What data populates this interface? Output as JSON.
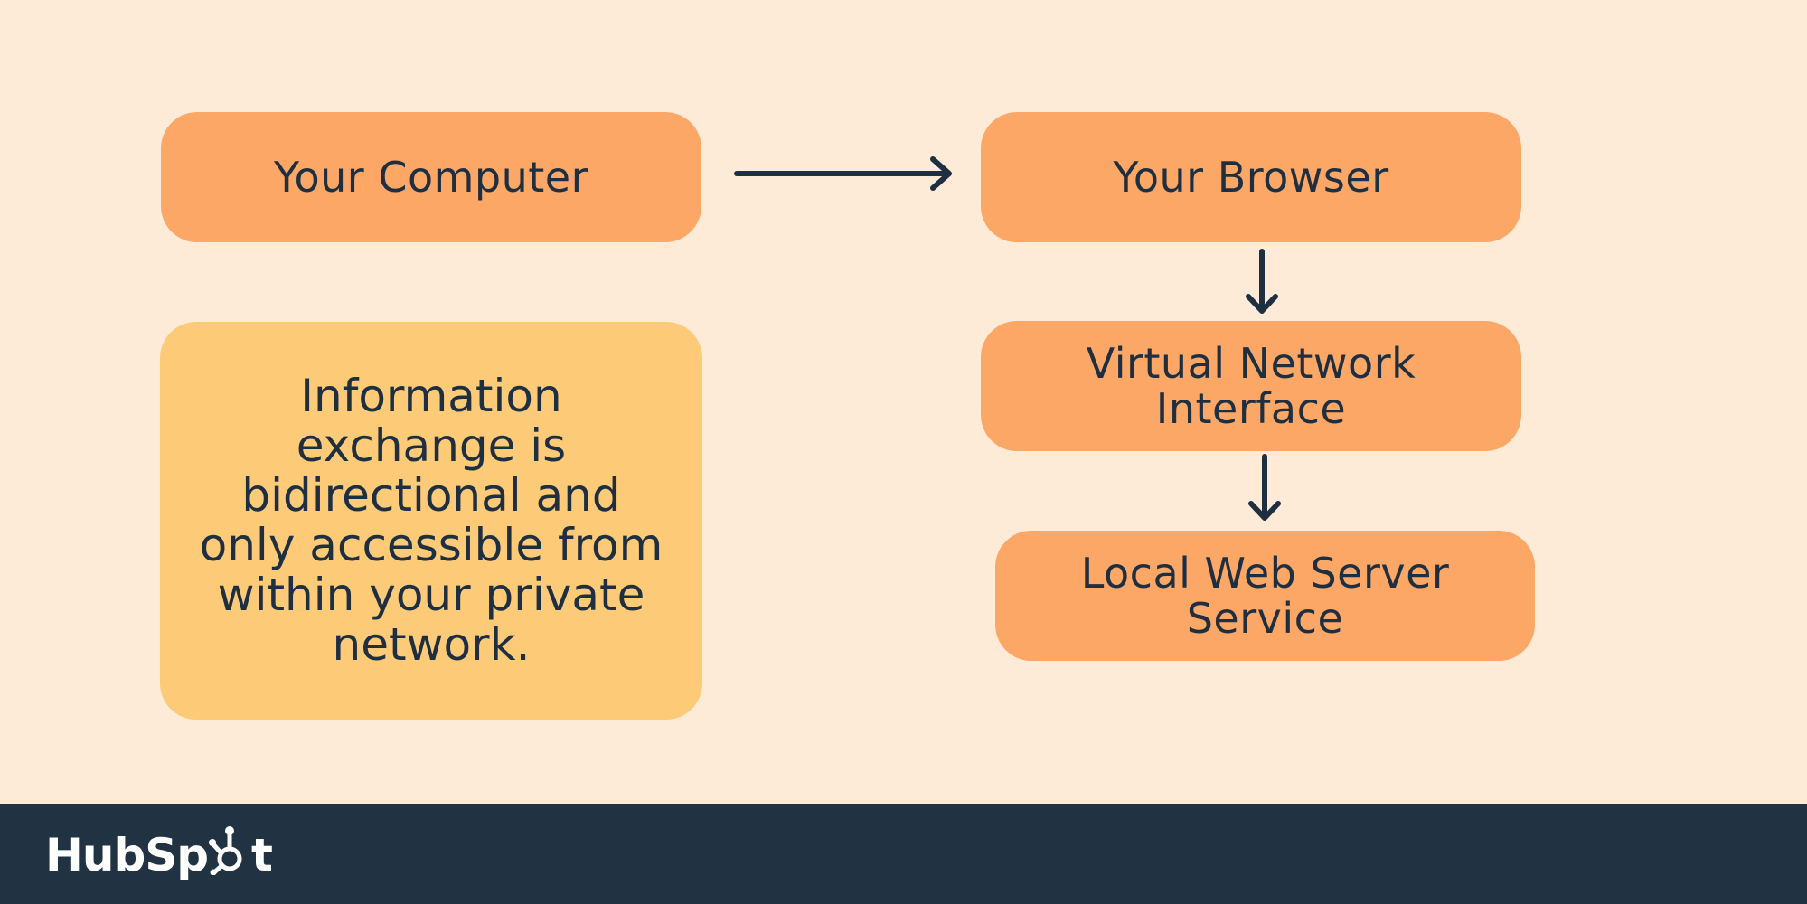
{
  "nodes": {
    "your_computer": "Your Computer",
    "your_browser": "Your Browser",
    "virtual_network_interface": [
      "Virtual Network",
      "Interface"
    ],
    "local_web_server_service": [
      "Local Web Server",
      "Service"
    ]
  },
  "note": {
    "text": "Information exchange is bidirectional and only accessible from within your private network."
  },
  "edges": [
    {
      "from": "Your Computer",
      "to": "Your Browser"
    },
    {
      "from": "Your Browser",
      "to": "Virtual Network Interface"
    },
    {
      "from": "Virtual Network Interface",
      "to": "Local Web Server Service"
    }
  ],
  "footer": {
    "brand_part1": "HubSp",
    "brand_part2": "t",
    "logo_icon": "hubspot-sprocket-icon"
  },
  "colors": {
    "background": "#FDEBD8",
    "node_fill": "#FCA765",
    "note_fill": "#FDCB78",
    "text": "#1F2F42",
    "footer_bg": "#213343",
    "footer_text": "#FFFFFF"
  }
}
